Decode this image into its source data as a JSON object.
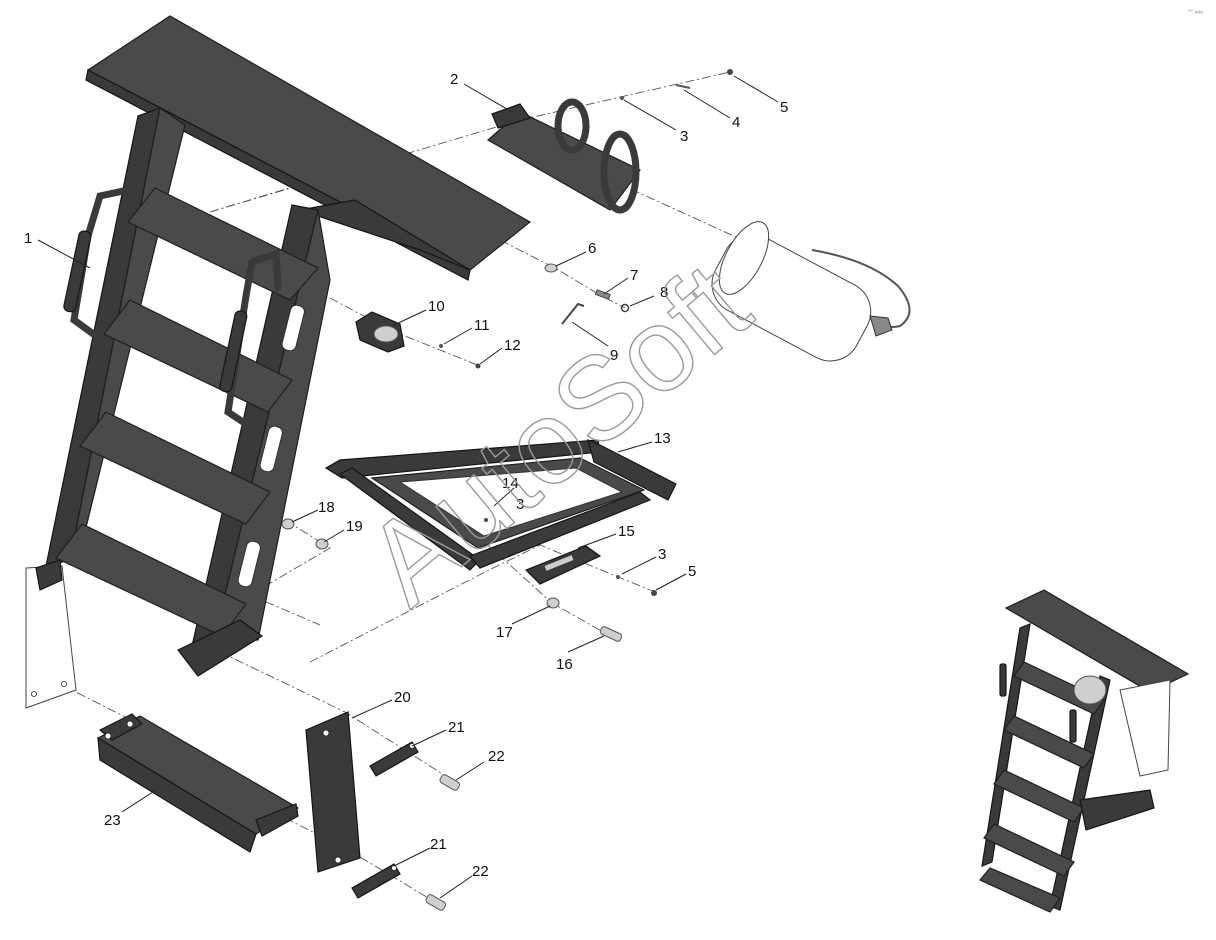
{
  "diagram": {
    "watermark": "AutoSoft",
    "corner_mark": "°° ∞∞",
    "callouts": [
      "1",
      "2",
      "3",
      "4",
      "5",
      "6",
      "7",
      "8",
      "9",
      "10",
      "11",
      "12",
      "13",
      "14",
      "3",
      "15",
      "3",
      "5",
      "16",
      "17",
      "18",
      "19",
      "20",
      "21",
      "22",
      "21",
      "22",
      "23"
    ]
  }
}
